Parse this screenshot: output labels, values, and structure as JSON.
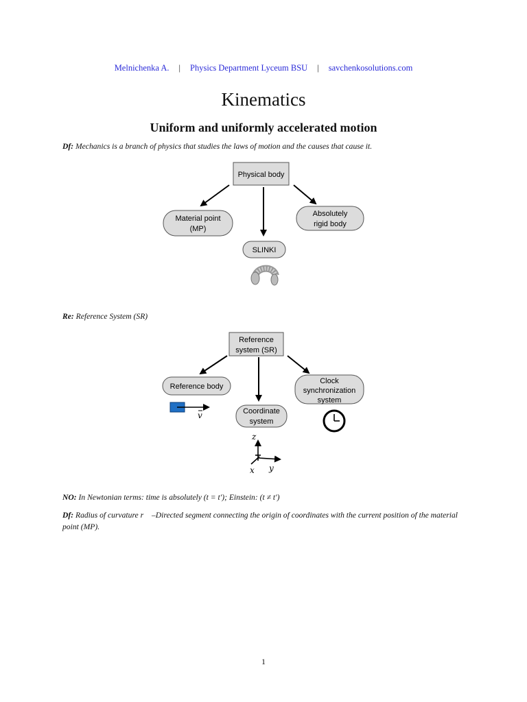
{
  "header": {
    "author": "Melnichenka A.",
    "department": "Physics Department Lyceum BSU",
    "site": "savchenkosolutions.com",
    "separator": "|"
  },
  "title": "Kinematics",
  "subtitle": "Uniform and uniformly accelerated motion",
  "definition1": {
    "label": "Df:",
    "text": " Mechanics is a branch of physics that studies the laws of motion and the causes that cause it."
  },
  "diagram1": {
    "root": "Physical body",
    "left": [
      "Material point",
      "(MP)"
    ],
    "middle": "SLINKI",
    "right": [
      "Absolutely",
      "rigid body"
    ]
  },
  "remark": {
    "label": "Re:",
    "text": " Reference System (SR)"
  },
  "diagram2": {
    "root": [
      "Reference",
      "system (SR)"
    ],
    "left": "Reference body",
    "middle": [
      "Coordinate",
      "system"
    ],
    "right": [
      "Clock",
      "synchronization",
      "system"
    ],
    "velocity": "v",
    "axis_z": "z",
    "axis_x": "x",
    "axis_y": "y"
  },
  "note": {
    "label": "NO:",
    "text": " In Newtonian terms: time is absolutely (t = t′); Einstein: (t ≠ t′)"
  },
  "definition2": {
    "label": "Df:",
    "text": " Radius of curvature r⃗ –Directed segment connecting the origin of coordinates with the current position of the material point (MP)."
  },
  "page_number": "1",
  "colors": {
    "link": "#2a2ad8",
    "box_fill": "#dcdcdc",
    "reference_body": "#1f6fc4"
  }
}
